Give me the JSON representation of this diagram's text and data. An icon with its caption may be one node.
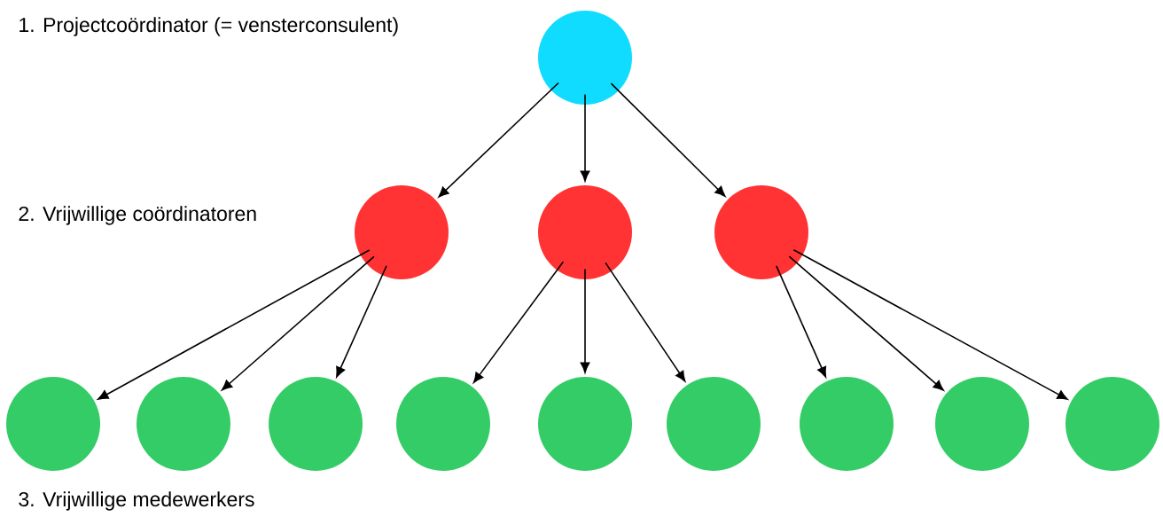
{
  "diagram": {
    "nodes": [
      {
        "text": [],
        "shape": "circle"
      },
      {
        "text": [],
        "shape": "circle"
      },
      {
        "text": [],
        "shape": "circle"
      },
      {
        "text": [],
        "shape": "circle"
      },
      {
        "text": [],
        "shape": "circle"
      },
      {
        "text": [],
        "shape": "circle"
      },
      {
        "text": [],
        "shape": "circle"
      },
      {
        "text": [],
        "shape": "circle"
      },
      {
        "text": [],
        "shape": "circle"
      },
      {
        "text": [],
        "shape": "circle"
      },
      {
        "text": [],
        "shape": "circle"
      },
      {
        "text": [],
        "shape": "circle"
      },
      {
        "text": [],
        "shape": "circle"
      }
    ],
    "edges": [
      {
        "from": 0,
        "to": 1,
        "arrow": "to"
      },
      {
        "from": 0,
        "to": 2,
        "arrow": "to"
      },
      {
        "from": 0,
        "to": 3,
        "arrow": "to"
      },
      {
        "from": 1,
        "to": 4,
        "arrow": "to"
      },
      {
        "from": 1,
        "to": 5,
        "arrow": "to"
      },
      {
        "from": 1,
        "to": 6,
        "arrow": "to"
      },
      {
        "from": 2,
        "to": 7,
        "arrow": "to"
      },
      {
        "from": 2,
        "to": 8,
        "arrow": "to"
      },
      {
        "from": 2,
        "to": 9,
        "arrow": "to"
      },
      {
        "from": 3,
        "to": 10,
        "arrow": "to"
      },
      {
        "from": 3,
        "to": 11,
        "arrow": "to"
      },
      {
        "from": 3,
        "to": 12,
        "arrow": "to"
      }
    ],
    "labels": [
      "1.  Projectcoördinator (= vensterconsulent)",
      "2. Vrijwillige coördinatoren",
      "3. Vrijwillige medewerkers"
    ]
  }
}
